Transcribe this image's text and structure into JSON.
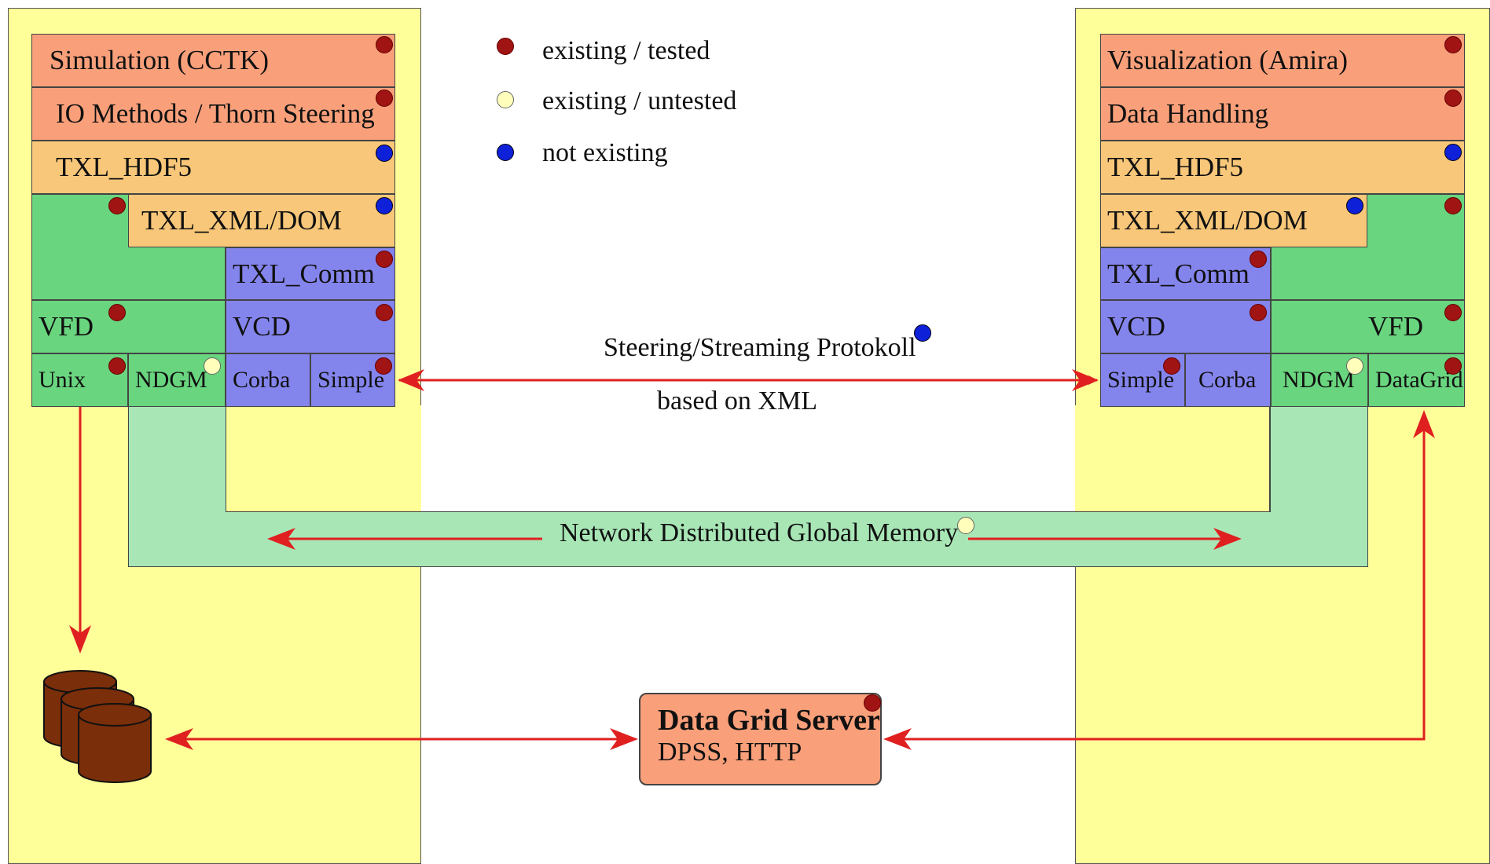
{
  "legend": [
    {
      "status": "red",
      "label": "existing / tested"
    },
    {
      "status": "yellow",
      "label": "existing / untested"
    },
    {
      "status": "blue",
      "label": "not existing"
    }
  ],
  "left_stack": {
    "simulation": "Simulation (CCTK)",
    "io_methods": "IO Methods / Thorn Steering",
    "hdf5": "TXL_HDF5",
    "xml_dom": "TXL_XML/DOM",
    "comm": "TXL_Comm",
    "vfd": "VFD",
    "vcd": "VCD",
    "unix": "Unix",
    "ndgm": "NDGM",
    "corba": "Corba",
    "simple": "Simple"
  },
  "right_stack": {
    "visualization": "Visualization (Amira)",
    "data_handling": "Data Handling",
    "hdf5": "TXL_HDF5",
    "xml_dom": "TXL_XML/DOM",
    "comm": "TXL_Comm",
    "vcd": "VCD",
    "vfd": "VFD",
    "simple": "Simple",
    "corba": "Corba",
    "ndgm": "NDGM",
    "datagrid": "DataGrid"
  },
  "protocol": {
    "line1": "Steering/Streaming Protokoll",
    "line2": "based on XML"
  },
  "memory": {
    "label": "Network Distributed Global Memory"
  },
  "server": {
    "title": "Data Grid Server",
    "subtitle": "DPSS, HTTP"
  },
  "colors": {
    "panel": "#ffff99",
    "salmon": "#f9a07a",
    "orange": "#f8c779",
    "green": "#69d57f",
    "blue": "#8484ed",
    "light_green": "#a8e6b6",
    "arrow": "#e02020",
    "disk": "#7a2e0a"
  }
}
